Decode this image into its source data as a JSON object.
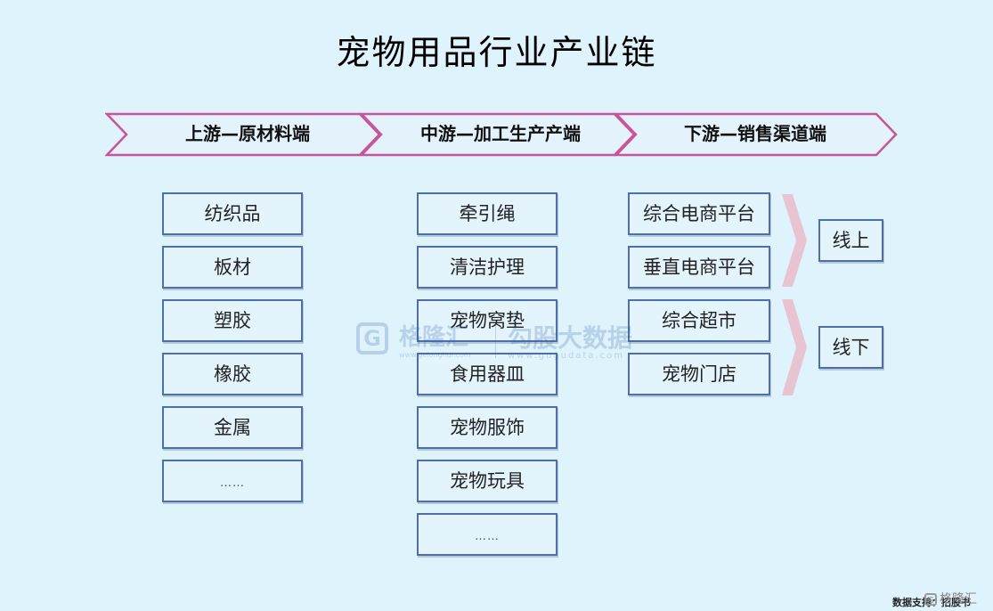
{
  "title": "宠物用品行业产业链",
  "stages": [
    {
      "label": "上游—原材料端",
      "items": [
        "纺织品",
        "板材",
        "塑胶",
        "橡胶",
        "金属",
        "……"
      ]
    },
    {
      "label": "中游—加工生产产端",
      "items": [
        "牵引绳",
        "清洁护理",
        "宠物窝垫",
        "食用器皿",
        "宠物服饰",
        "宠物玩具",
        "……"
      ]
    },
    {
      "label": "下游—销售渠道端",
      "items": [
        "综合电商平台",
        "垂直电商平台",
        "综合超市",
        "宠物门店"
      ]
    }
  ],
  "channels": {
    "online": "线上",
    "offline": "线下"
  },
  "watermark": {
    "logo": "G",
    "name1": "格隆汇",
    "url1": "www.gelonghui.com",
    "name2": "勾股大数据",
    "url2": "www.gogudata.com"
  },
  "source": "数据支持：招股书",
  "corner_brand": {
    "logo": "G",
    "name": "格隆汇"
  },
  "colors": {
    "chevron_stroke": "#c8559a",
    "box_border": "#4f6fa8",
    "bracket": "#e8c4d2",
    "background": "#dff3fc"
  }
}
